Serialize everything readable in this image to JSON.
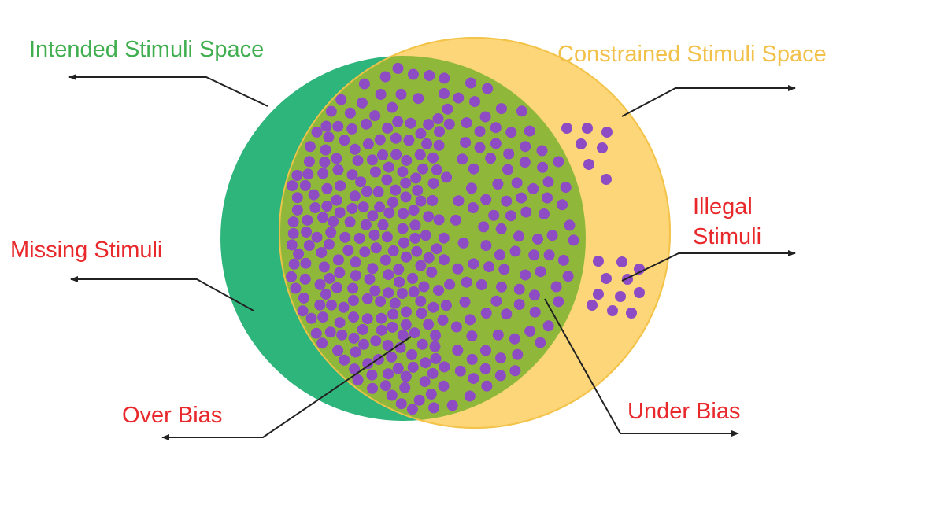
{
  "labels": {
    "intended": "Intended Stimuli Space",
    "constrained": "Constrained Stimuli Space",
    "illegal_line1": "Illegal",
    "illegal_line2": "Stimuli",
    "missing": "Missing Stimuli",
    "over_bias": "Over Bias",
    "under_bias": "Under Bias"
  },
  "colors": {
    "intended_circle": "#2eb57c",
    "constrained_circle": "#fcd678",
    "overlap": "#8fb83a",
    "constrained_edge": "#f3c34a",
    "dots": "#8d4bc4",
    "intended_text": "#3fae4f",
    "constrained_text": "#f2c14a",
    "red_text": "#e8282b",
    "arrows": "#222222"
  }
}
